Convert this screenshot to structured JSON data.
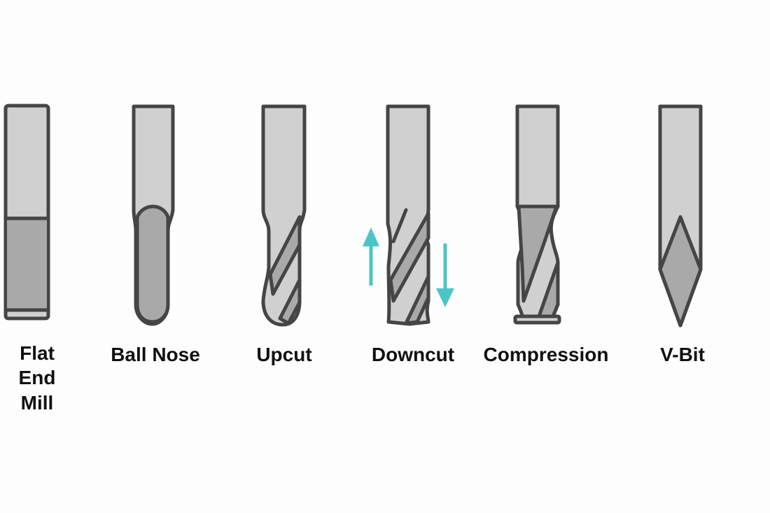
{
  "colors": {
    "outline": "#454545",
    "shank": "#d0d0d0",
    "flute": "#a9a9a9",
    "arrow": "#4cc4c8"
  },
  "bits": [
    {
      "label_lines": [
        "Flat",
        "End",
        "Mill"
      ]
    },
    {
      "label": "Ball Nose"
    },
    {
      "label": "Upcut"
    },
    {
      "label": "Downcut"
    },
    {
      "label": "Compression"
    },
    {
      "label": "V-Bit"
    }
  ],
  "arrows": [
    "up-arrow",
    "down-arrow"
  ]
}
